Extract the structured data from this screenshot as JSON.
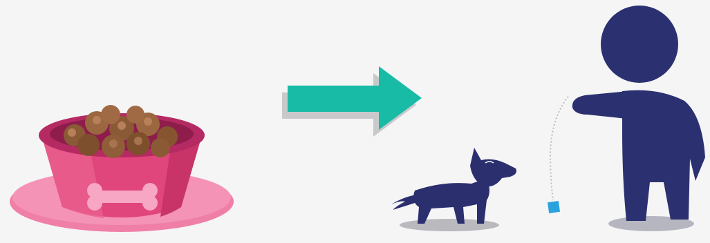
{
  "scene": {
    "background": "#f5f5f6",
    "items": [
      {
        "name": "dog-food-bowl",
        "icon": "dog-bowl-icon",
        "colors": {
          "bowl": "#e0457b",
          "rim": "#b52a62",
          "bone": "#f7a6c4",
          "kibble": "#8a5a36"
        }
      },
      {
        "name": "arrow-right",
        "icon": "arrow-right-icon",
        "colors": {
          "arrow": "#17bba6",
          "shadow": "#c9c9cb"
        }
      },
      {
        "name": "dog",
        "icon": "dog-icon",
        "colors": {
          "body": "#2b2f6e",
          "shadow": "#b9b9be"
        }
      },
      {
        "name": "person-with-treat",
        "icon": "person-icon",
        "colors": {
          "body": "#2b3170",
          "treat": "#2aa3dd",
          "string": "#bcbcbc"
        }
      }
    ]
  }
}
